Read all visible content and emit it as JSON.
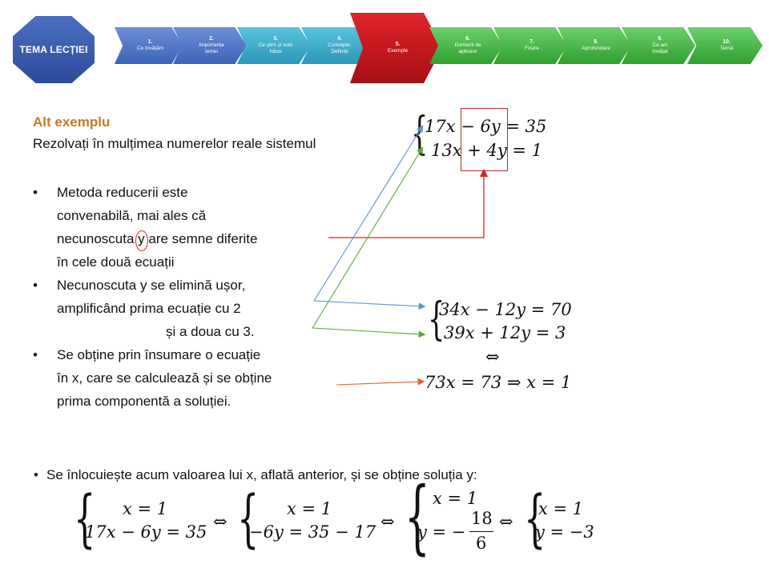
{
  "nav": {
    "home_label": "TEMA LECȚIEI",
    "steps": [
      {
        "num": "1.",
        "label": "Ce învățăm"
      },
      {
        "num": "2.",
        "label": "Importanța temei"
      },
      {
        "num": "3.",
        "label": "Ce știm și vom folosi"
      },
      {
        "num": "4.",
        "label": "Concepte. Definiții"
      },
      {
        "num": "5.",
        "label": "Exemple"
      },
      {
        "num": "6.",
        "label": "Domenii de aplicare"
      },
      {
        "num": "7.",
        "label": "Fixare"
      },
      {
        "num": "8.",
        "label": "Aprofundare"
      },
      {
        "num": "9.",
        "label": "Ce am învățat"
      },
      {
        "num": "10.",
        "label": "Temă"
      }
    ],
    "colors": {
      "home": "#2c4c9a",
      "active": "#c8161c",
      "blue": "#3b63b8",
      "teal": "#2a98b8",
      "green": "#2f9f2f"
    }
  },
  "content": {
    "title": "Alt exemplu",
    "subtitle": "Rezolvați în mulțimea numerelor reale sistemul",
    "b1_l1": "Metoda reducerii este",
    "b1_l2": "convenabilă, mai ales că",
    "b1_l3a": "necunoscuta ",
    "b1_l3y": "y",
    "b1_l3b": " are semne diferite",
    "b1_l4": "în cele două ecuații",
    "b2_l1": "Necunoscuta y se elimină ușor,",
    "b2_l2": "amplificând prima ecuație cu 2",
    "b2_l3": "și a doua cu 3.",
    "b3_l1": "Se obține prin însumare o ecuație",
    "b3_l2": "în x, care se calculează și se obține",
    "b3_l3": "prima componentă a soluției.",
    "bottom": "Se înlocuiește acum valoarea lui x, aflată anterior, și se obține soluția y:"
  },
  "math": {
    "sys1_eq1": "17x − 6y = 35",
    "sys1_eq2": "13x + 4y = 1",
    "sys2_eq1": "34x − 12y = 70",
    "sys2_eq2": "39x + 12y = 3",
    "equiv": "⇔",
    "sum_eq": "73x = 73 ⇒ x = 1",
    "s1_a": "x = 1",
    "s1_b": "17x − 6y = 35",
    "s2_a": "x = 1",
    "s2_b": "−6y = 35 − 17",
    "s3_a": "x = 1",
    "s3_b": "y = −",
    "s3_num": "18",
    "s3_den": "6",
    "s4_a": "x = 1",
    "s4_b": "y = −3"
  }
}
